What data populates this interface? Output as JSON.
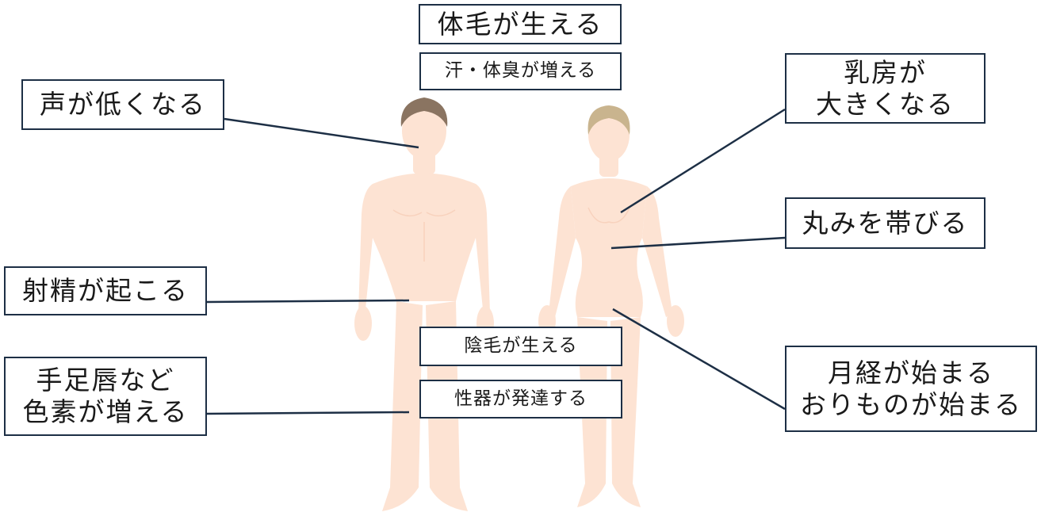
{
  "labels": {
    "body_hair": "体毛が生える",
    "sweat_odor": "汗・体臭が増える",
    "voice_lower": "声が低くなる",
    "breasts": "乳房が\n大きくなる",
    "rounded": "丸みを帯びる",
    "ejaculation": "射精が起こる",
    "pubic_hair": "陰毛が生える",
    "genitals": "性器が発達する",
    "pigment": "手足唇など\n色素が増える",
    "menstruation": "月経が始まる\nおりものが始まる"
  },
  "colors": {
    "skin": "#fde3d3",
    "skin_shade": "#f8d2bd",
    "male_hair": "#8a7461",
    "female_hair": "#c9b48e",
    "line": "#1d2f45"
  }
}
